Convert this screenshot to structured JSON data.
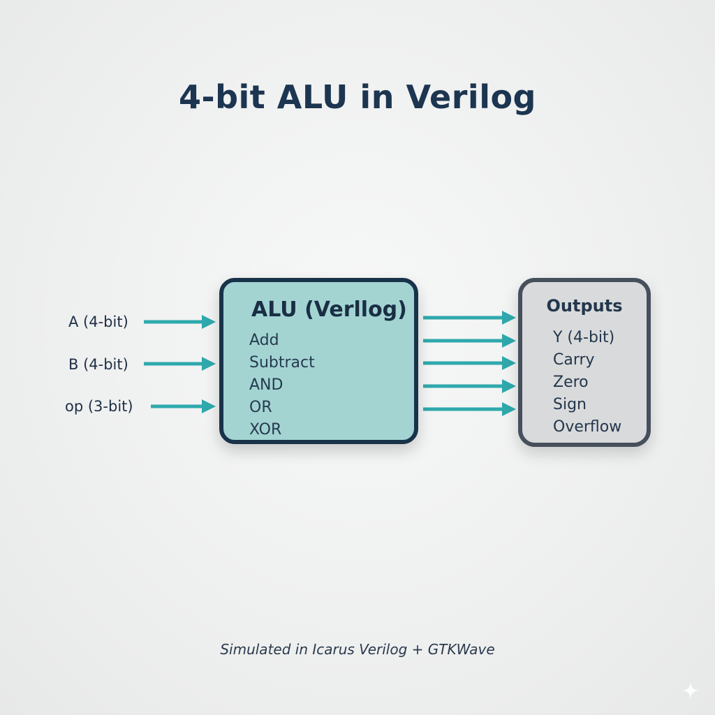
{
  "title": "4-bit ALU in Verilog",
  "inputs": [
    {
      "label": "A (4-bit)"
    },
    {
      "label": "B (4-bit)"
    },
    {
      "label": "op (3-bit)"
    }
  ],
  "alu": {
    "title": "ALU (Verllog)",
    "operations": [
      "Add",
      "Subtract",
      "AND",
      "OR",
      "XOR"
    ]
  },
  "outputs": {
    "title": "Outputs",
    "items": [
      "Y (4-bit)",
      "Carry",
      "Zero",
      "Sign",
      "Overflow"
    ]
  },
  "footer": "Simulated in Icarus Verilog + GTKWave",
  "colors": {
    "arrow": "#2fa9ad",
    "alu_fill": "#a3d4d2",
    "alu_border": "#18324a",
    "outputs_fill": "#d9dadb",
    "outputs_border": "#46505c",
    "title": "#1c3550"
  },
  "icons": {
    "corner": "sparkle-icon"
  }
}
